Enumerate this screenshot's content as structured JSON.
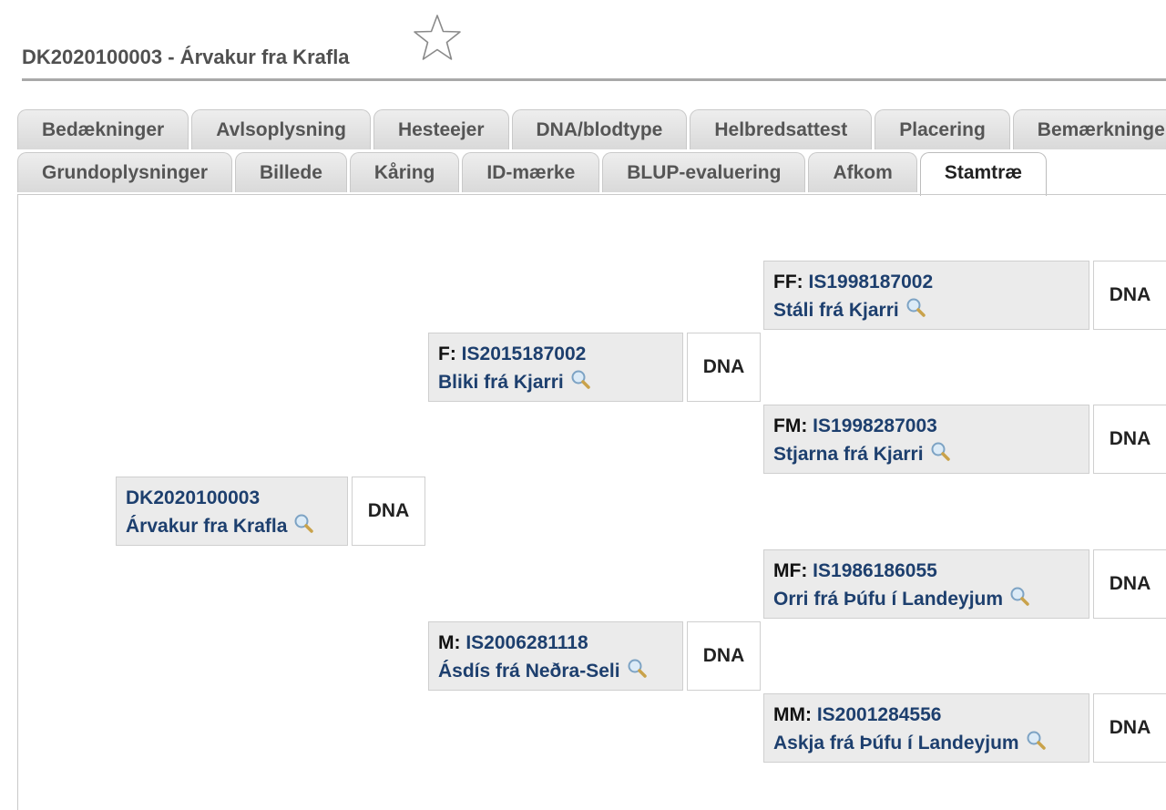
{
  "header": {
    "title": "DK2020100003 - Árvakur fra Krafla",
    "favorite_icon": "star-outline-icon"
  },
  "tabs": {
    "row1": [
      {
        "label": "Bedækninger"
      },
      {
        "label": "Avlsoplysning"
      },
      {
        "label": "Hesteejer"
      },
      {
        "label": "DNA/blodtype"
      },
      {
        "label": "Helbredsattest"
      },
      {
        "label": "Placering"
      },
      {
        "label": "Bemærkninger"
      }
    ],
    "row2": [
      {
        "label": "Grundoplysninger"
      },
      {
        "label": "Billede"
      },
      {
        "label": "Kåring"
      },
      {
        "label": "ID-mærke"
      },
      {
        "label": "BLUP-evaluering"
      },
      {
        "label": "Afkom"
      },
      {
        "label": "Stamtræ",
        "active": true
      }
    ]
  },
  "pedigree": {
    "dna_label": "DNA",
    "search_icon": "magnifier-icon",
    "self": {
      "id": "DK2020100003",
      "name": "Árvakur fra Krafla"
    },
    "father": {
      "rel": "F:",
      "id": "IS2015187002",
      "name": "Bliki frá Kjarri"
    },
    "mother": {
      "rel": "M:",
      "id": "IS2006281118",
      "name": "Ásdís frá Neðra-Seli"
    },
    "ff": {
      "rel": "FF:",
      "id": "IS1998187002",
      "name": "Stáli frá Kjarri"
    },
    "fm": {
      "rel": "FM:",
      "id": "IS1998287003",
      "name": "Stjarna frá Kjarri"
    },
    "mf": {
      "rel": "MF:",
      "id": "IS1986186055",
      "name": "Orri frá Þúfu í Landeyjum"
    },
    "mm": {
      "rel": "MM:",
      "id": "IS2001284556",
      "name": "Askja frá Þúfu í Landeyjum"
    }
  }
}
